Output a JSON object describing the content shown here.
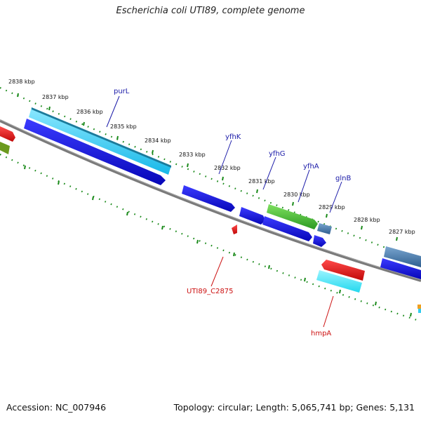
{
  "title": "Escherichia coli UTI89, complete genome",
  "footer": {
    "accession": "Accession: NC_007946",
    "summary": "Topology: circular; Length: 5,065,741 bp; Genes: 5,131"
  },
  "ticks": [
    {
      "label": "2838 kbp"
    },
    {
      "label": "2837 kbp"
    },
    {
      "label": "2836 kbp"
    },
    {
      "label": "2835 kbp"
    },
    {
      "label": "2834 kbp"
    },
    {
      "label": "2833 kbp"
    },
    {
      "label": "2832 kbp"
    },
    {
      "label": "2831 kbp"
    },
    {
      "label": "2830 kbp"
    },
    {
      "label": "2829 kbp"
    },
    {
      "label": "2828 kbp"
    },
    {
      "label": "2827 kbp"
    }
  ],
  "genes": [
    {
      "name": "purL"
    },
    {
      "name": "yfhK"
    },
    {
      "name": "yfhG"
    },
    {
      "name": "yfhA"
    },
    {
      "name": "glnB"
    },
    {
      "name": "UTI89_C2875"
    },
    {
      "name": "hmpA"
    }
  ],
  "colors": {
    "backbone": "#7a7a7a",
    "tick_dots": "#1a8a1a",
    "forward_label": "#1a1aa8",
    "reverse_label": "#cc1111",
    "blue": "#1010e0",
    "cyan": "#33ccee",
    "green": "#44bb33",
    "red": "#e01010",
    "steel": "#4a7fb0"
  }
}
